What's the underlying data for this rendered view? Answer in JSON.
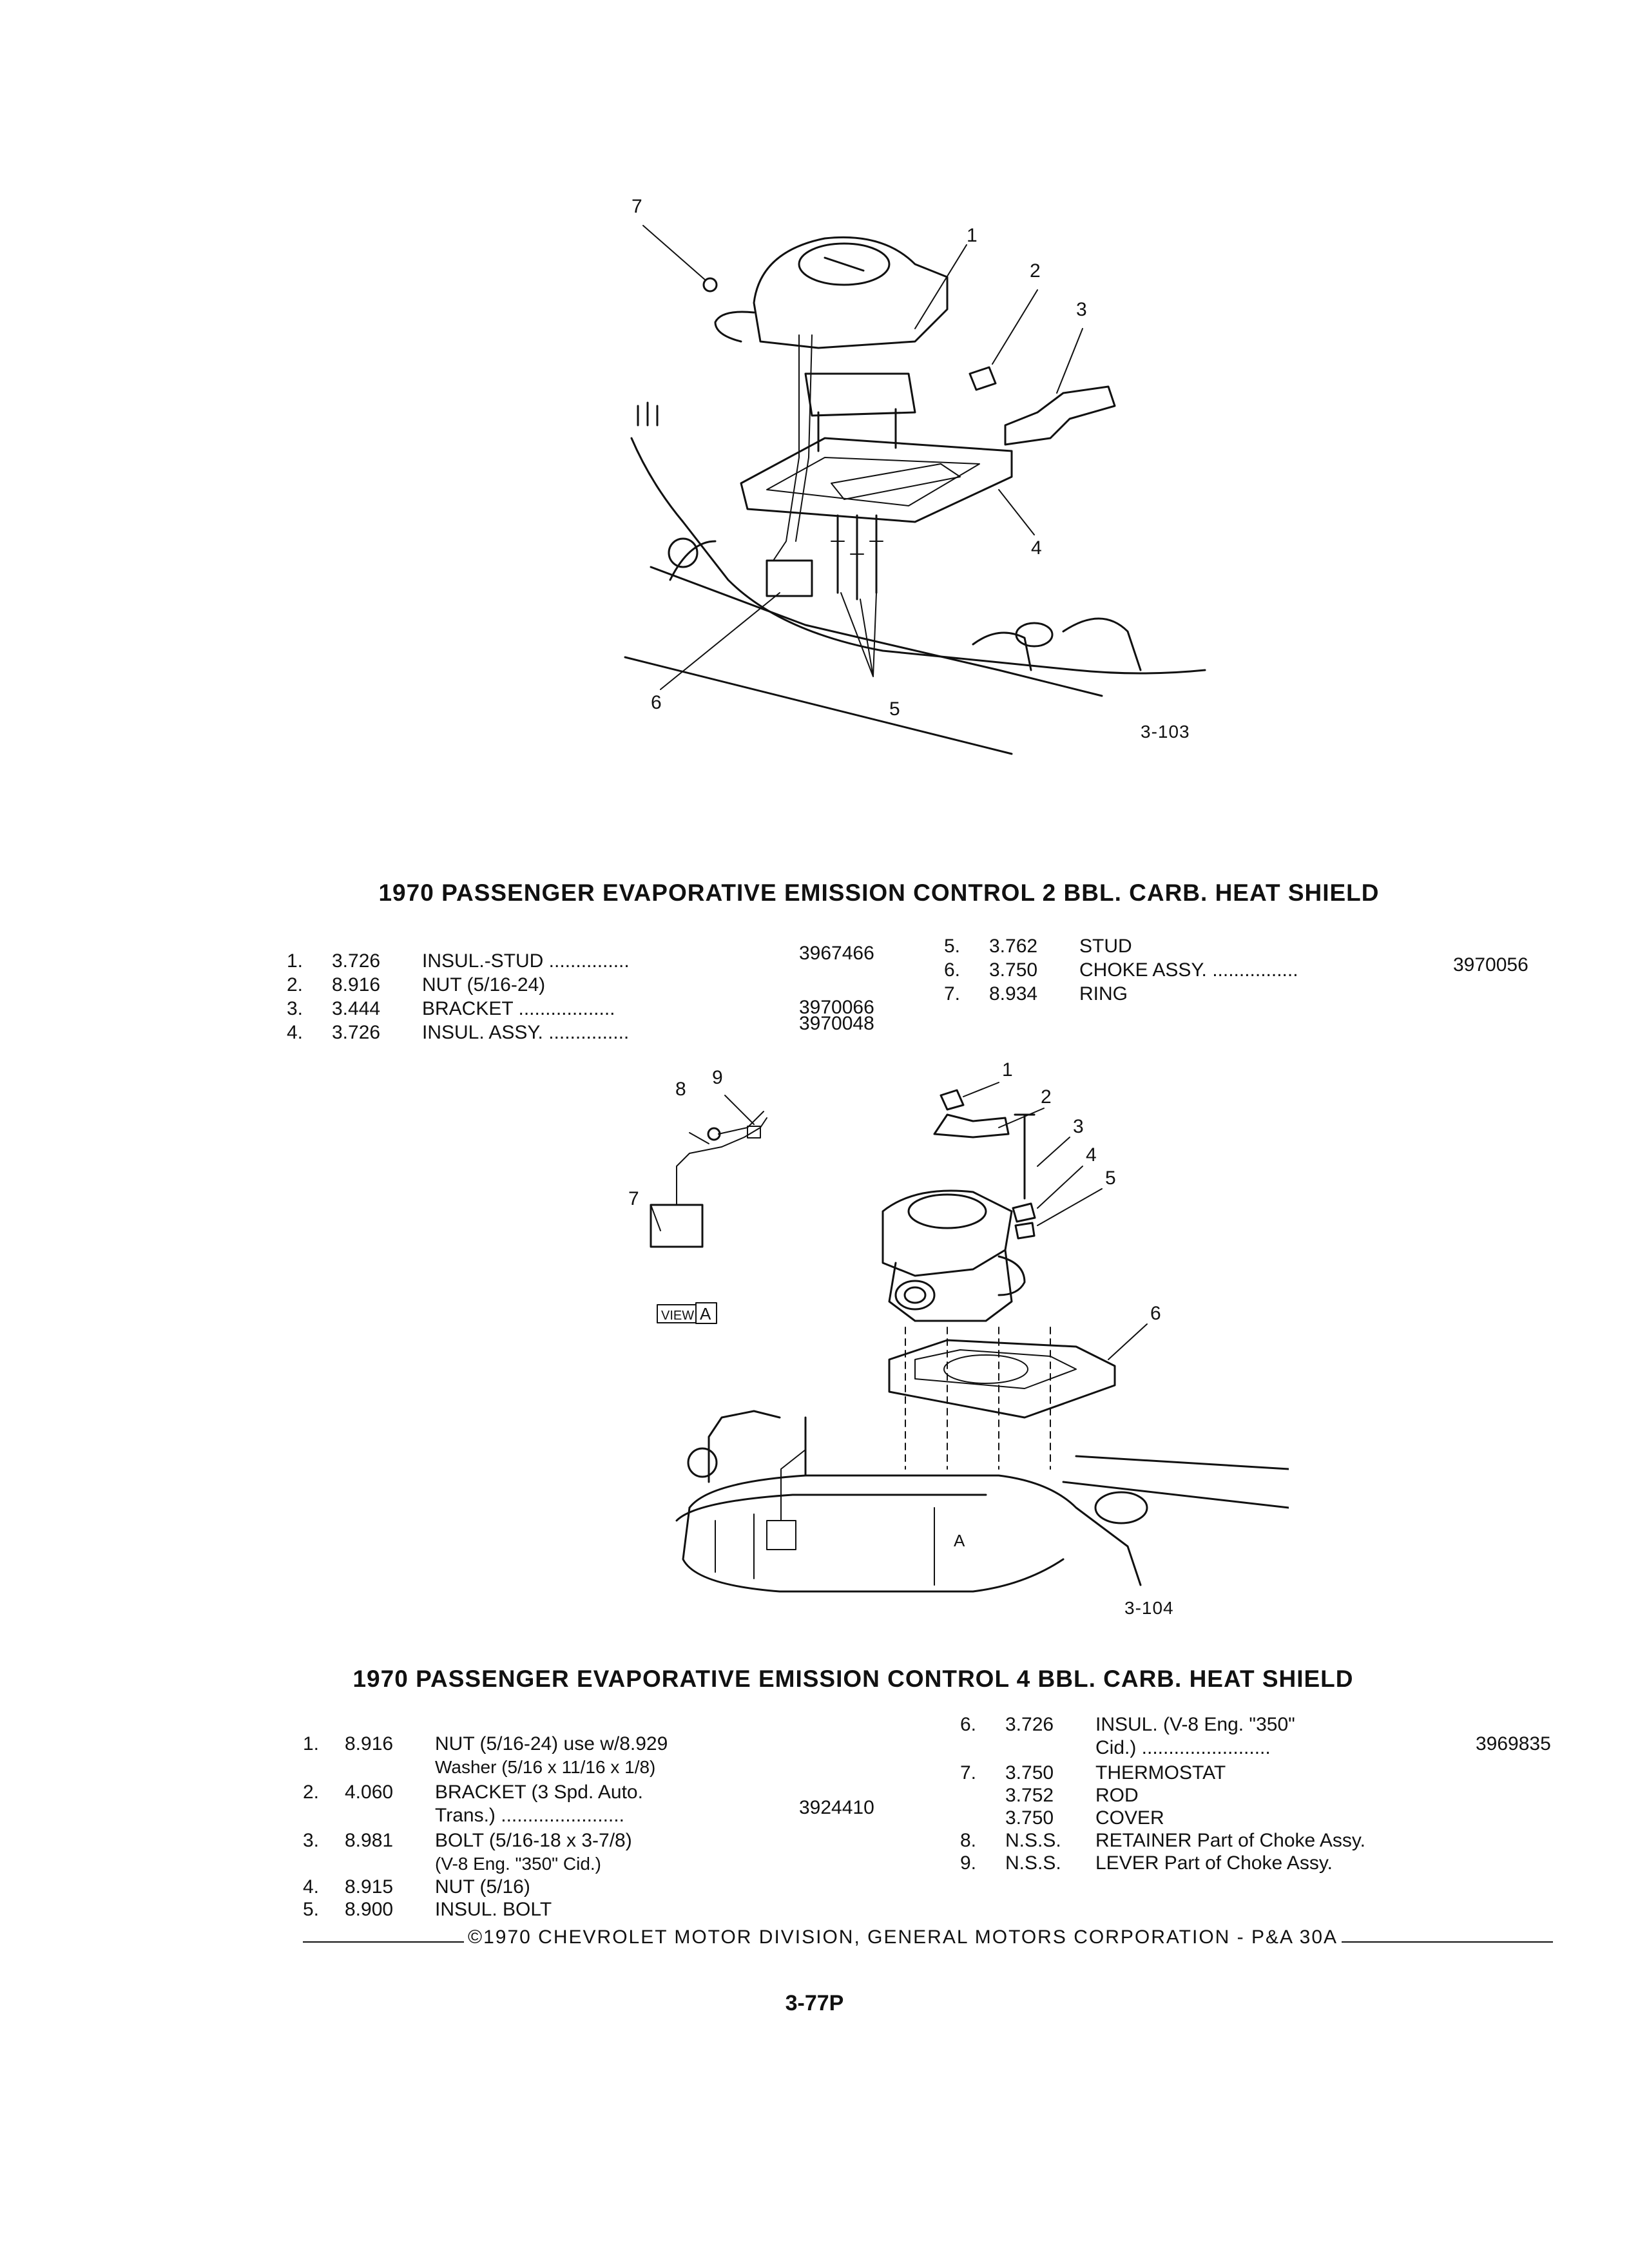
{
  "figure1": {
    "callouts": [
      "1",
      "2",
      "3",
      "4",
      "5",
      "6",
      "7"
    ],
    "caption": "3-103"
  },
  "section1": {
    "title": "1970 PASSENGER EVAPORATIVE EMISSION CONTROL 2 BBL. CARB. HEAT SHIELD",
    "items": [
      {
        "n": "1.",
        "code": "3.726",
        "desc": "INSUL.-STUD ...............",
        "part": "3967466"
      },
      {
        "n": "2.",
        "code": "8.916",
        "desc": "NUT (5/16-24)",
        "part": ""
      },
      {
        "n": "3.",
        "code": "3.444",
        "desc": "BRACKET ..................",
        "part": "3970066"
      },
      {
        "n": "4.",
        "code": "3.726",
        "desc": "INSUL. ASSY. ...............",
        "part": "3970048"
      },
      {
        "n": "5.",
        "code": "3.762",
        "desc": "STUD",
        "part": ""
      },
      {
        "n": "6.",
        "code": "3.750",
        "desc": "CHOKE ASSY. ................",
        "part": "3970056"
      },
      {
        "n": "7.",
        "code": "8.934",
        "desc": "RING",
        "part": ""
      }
    ]
  },
  "figure2": {
    "callouts": [
      "1",
      "2",
      "3",
      "4",
      "5",
      "6",
      "7",
      "8",
      "9"
    ],
    "view_label": "VIEW",
    "view_letter": "A",
    "engine_marker": "A",
    "caption": "3-104"
  },
  "section2": {
    "title": "1970 PASSENGER EVAPORATIVE EMISSION CONTROL 4 BBL. CARB. HEAT SHIELD",
    "left": [
      {
        "n": "1.",
        "code": "8.916",
        "lines": [
          "NUT (5/16-24) use w/8.929",
          "Washer (5/16 x 11/16 x 1/8)"
        ],
        "part": ""
      },
      {
        "n": "2.",
        "code": "4.060",
        "lines": [
          "BRACKET (3 Spd. Auto.",
          "Trans.) .......................",
          ""
        ],
        "part": "3924410"
      },
      {
        "n": "3.",
        "code": "8.981",
        "lines": [
          "BOLT (5/16-18 x 3-7/8)",
          "(V-8 Eng. \"350\" Cid.)"
        ],
        "part": ""
      },
      {
        "n": "4.",
        "code": "8.915",
        "lines": [
          "NUT (5/16)"
        ],
        "part": ""
      },
      {
        "n": "5.",
        "code": "8.900",
        "lines": [
          "INSUL. BOLT"
        ],
        "part": ""
      }
    ],
    "right": [
      {
        "n": "6.",
        "code": "3.726",
        "lines": [
          "INSUL. (V-8 Eng. \"350\"",
          "Cid.) ........................"
        ],
        "part": "3969835"
      },
      {
        "n": "7.",
        "code": "3.750",
        "lines": [
          "THERMOSTAT"
        ],
        "part": ""
      },
      {
        "n": "",
        "code": "3.752",
        "lines": [
          "ROD"
        ],
        "part": ""
      },
      {
        "n": "",
        "code": "3.750",
        "lines": [
          "COVER"
        ],
        "part": ""
      },
      {
        "n": "8.",
        "code": "N.S.S.",
        "lines": [
          "RETAINER Part of Choke Assy."
        ],
        "part": ""
      },
      {
        "n": "9.",
        "code": "N.S.S.",
        "lines": [
          "LEVER Part of Choke Assy."
        ],
        "part": ""
      }
    ]
  },
  "footer": {
    "copyright": "©1970 CHEVROLET MOTOR DIVISION, GENERAL MOTORS CORPORATION - P&A 30A"
  },
  "page_number": "3-77P"
}
